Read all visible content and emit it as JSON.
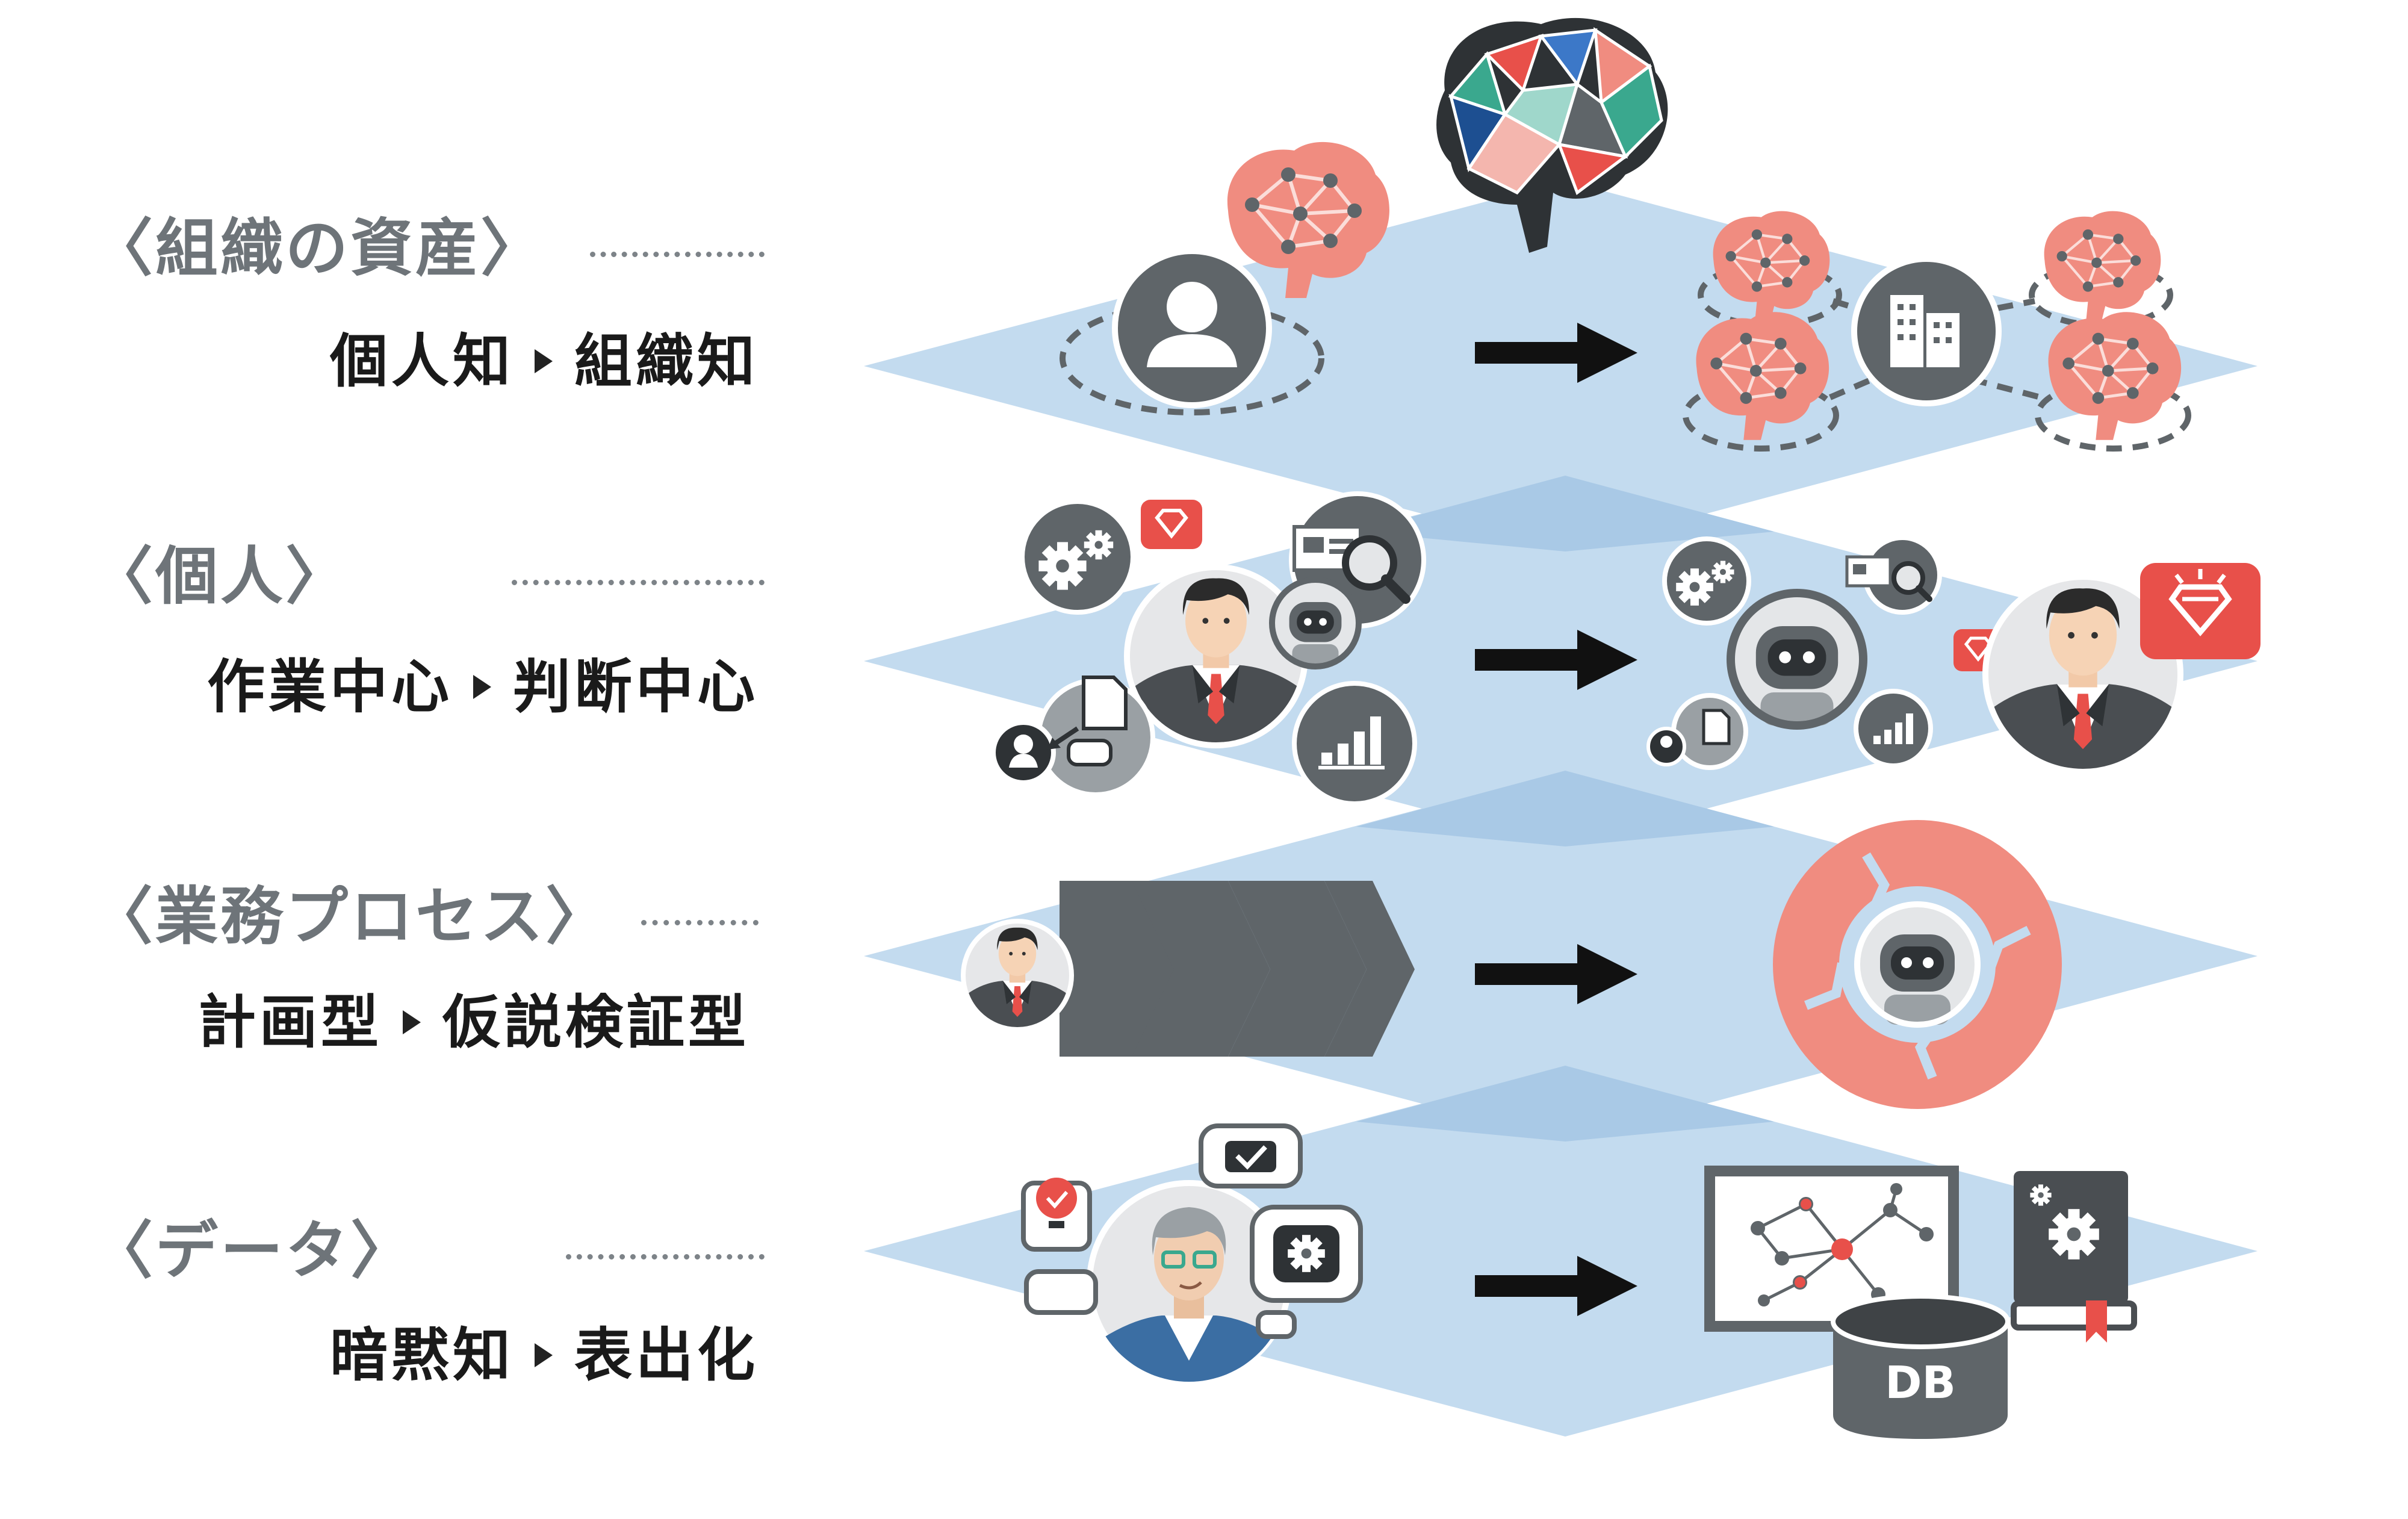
{
  "rows": [
    {
      "id": "asset",
      "category": "〈組織の資産〉",
      "from": "個人知",
      "to": "組織知"
    },
    {
      "id": "individual",
      "category": "〈個人〉",
      "from": "作業中心",
      "to": "判断中心"
    },
    {
      "id": "process",
      "category": "〈業務プロセス〉",
      "from": "計画型",
      "to": "仮説検証型"
    },
    {
      "id": "data",
      "category": "〈データ〉",
      "from": "暗黙知",
      "to": "表出化"
    }
  ],
  "db_label": "DB",
  "colors": {
    "plane": "#c3dbef",
    "plane_overlap": "#a9c9e6",
    "dark": "#5f6569",
    "coral": "#f08c80",
    "red": "#e8504a",
    "arrow": "#111111"
  }
}
